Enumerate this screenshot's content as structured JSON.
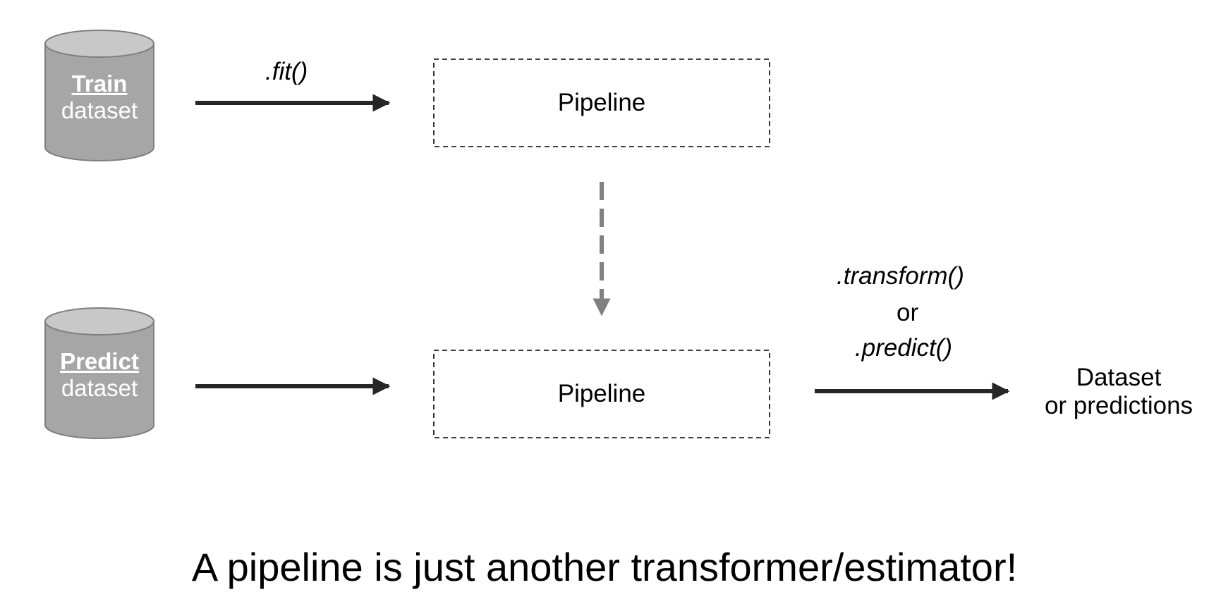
{
  "train_db": {
    "name": "Train",
    "sub": "dataset"
  },
  "predict_db": {
    "name": "Predict",
    "sub": "dataset"
  },
  "edges": {
    "fit": ".fit()",
    "transform": ".transform()",
    "or": "or",
    "predict": ".predict()"
  },
  "pipeline_top": {
    "label": "Pipeline"
  },
  "pipeline_bottom": {
    "label": "Pipeline"
  },
  "output": {
    "line1": "Dataset",
    "line2": "or predictions"
  },
  "footer": {
    "text": "A pipeline is just another transformer/estimator!"
  },
  "colors": {
    "cylinder_fill": "#a6a6a6",
    "cylinder_top": "#c8c8c8",
    "cylinder_stroke": "#7f7f7f",
    "arrow": "#262626",
    "dashed_arrow": "#808080",
    "box_border": "#000000"
  }
}
